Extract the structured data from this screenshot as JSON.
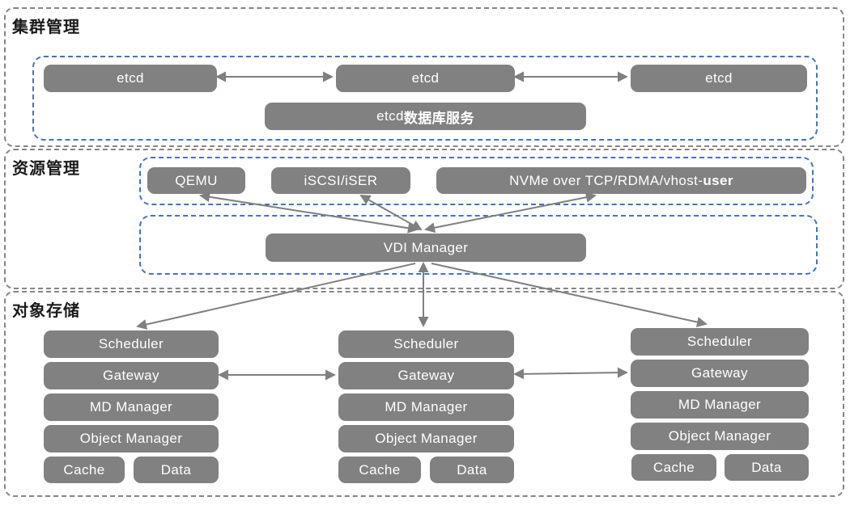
{
  "colors": {
    "box_fill": "#818181",
    "box_text": "#ffffff",
    "section_border": "#858585",
    "inner_border": "#4472c4",
    "arrow": "#7f7f7f",
    "title_text": "#1b1b1b"
  },
  "cluster": {
    "title": "集群管理",
    "etcd_nodes": [
      "etcd",
      "etcd",
      "etcd"
    ],
    "db_service_prefix": "etcd ",
    "db_service_suffix": "数据库服务"
  },
  "resource": {
    "title": "资源管理",
    "qemu_label": "QEMU",
    "iscsi_label": "iSCSI/iSER",
    "nvme_label_regular": "NVMe over TCP/RDMA/vhost-",
    "nvme_label_bold": "user",
    "vdi_label": "VDI Manager"
  },
  "storage": {
    "title": "对象存储",
    "stacks": [
      {
        "scheduler": "Scheduler",
        "gateway": "Gateway",
        "md_manager": "MD Manager",
        "object_manager": "Object Manager",
        "cache": "Cache",
        "data": "Data"
      },
      {
        "scheduler": "Scheduler",
        "gateway": "Gateway",
        "md_manager": "MD Manager",
        "object_manager": "Object Manager",
        "cache": "Cache",
        "data": "Data"
      },
      {
        "scheduler": "Scheduler",
        "gateway": "Gateway",
        "md_manager": "MD Manager",
        "object_manager": "Object Manager",
        "cache": "Cache",
        "data": "Data"
      }
    ]
  }
}
